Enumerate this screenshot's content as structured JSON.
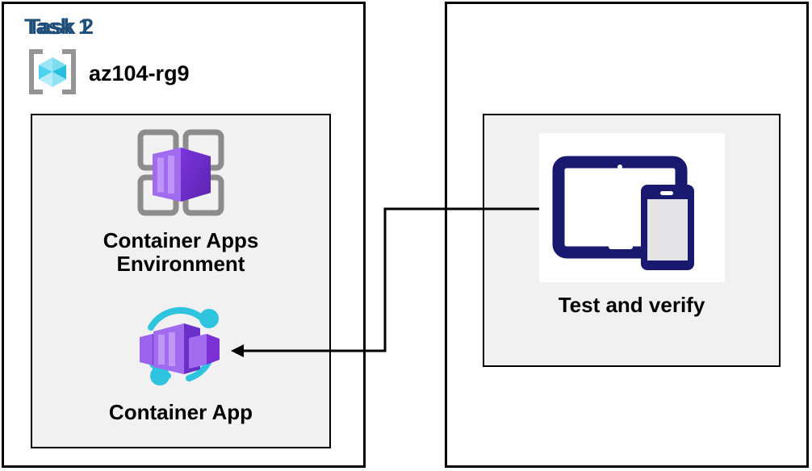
{
  "diagram": {
    "title_color": "#1F4E79",
    "panel_border_color": "#000000",
    "inner_fill_color": "#F1F1F1",
    "connector_color": "#000000"
  },
  "task1": {
    "title": "Task 1",
    "resource_group": {
      "icon": "azure-resource-group-icon",
      "name": "az104-rg9"
    },
    "nodes": [
      {
        "icon": "container-apps-environment-icon",
        "label": "Container Apps\nEnvironment"
      },
      {
        "icon": "container-app-icon",
        "label": "Container App"
      }
    ]
  },
  "task2": {
    "title": "Task 2",
    "nodes": [
      {
        "icon": "devices-tablet-phone-icon",
        "label": "Test and verify"
      }
    ]
  },
  "connector": {
    "from": "Test and verify",
    "to": "Container App",
    "arrow": "arrowhead-left"
  }
}
